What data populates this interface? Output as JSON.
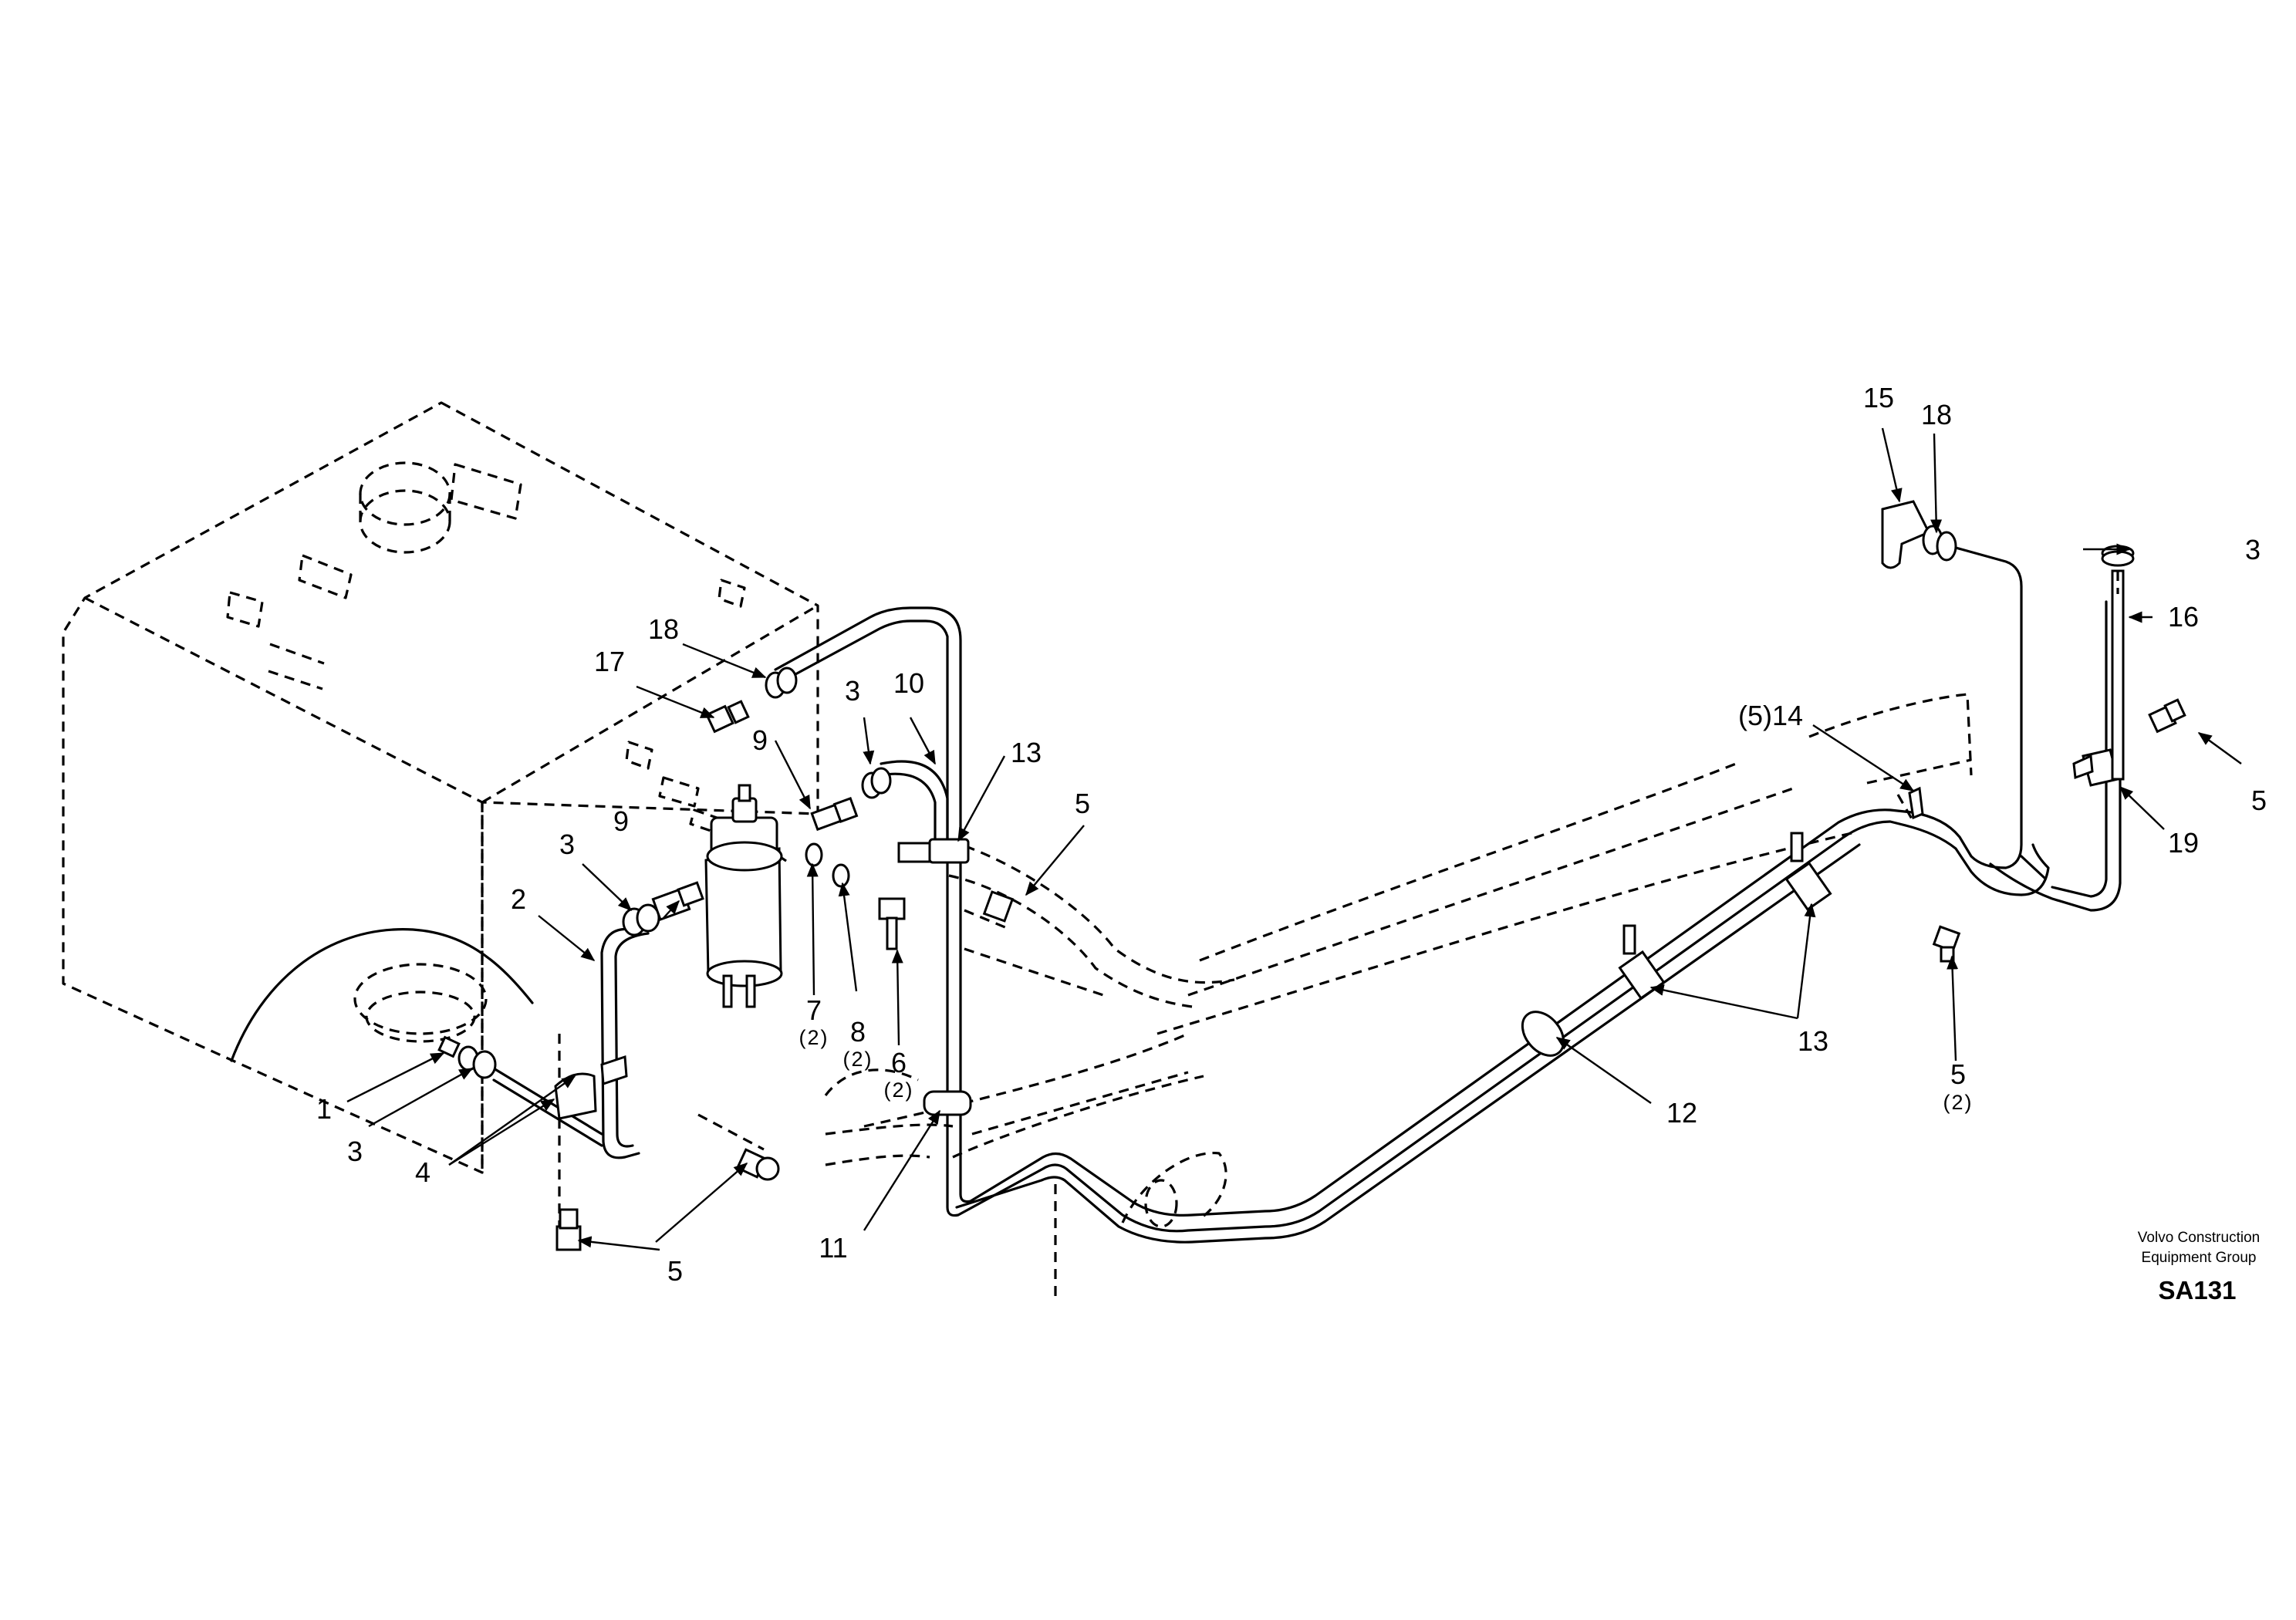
{
  "callouts": [
    {
      "id": "c1",
      "num": "1"
    },
    {
      "id": "c2",
      "num": "2"
    },
    {
      "id": "c3a",
      "num": "3"
    },
    {
      "id": "c3b",
      "num": "3"
    },
    {
      "id": "c3c",
      "num": "3"
    },
    {
      "id": "c3d",
      "num": "3"
    },
    {
      "id": "c4",
      "num": "4"
    },
    {
      "id": "c5a",
      "num": "5"
    },
    {
      "id": "c5b",
      "num": "5"
    },
    {
      "id": "c5c",
      "num": "5",
      "qty": "(2)"
    },
    {
      "id": "c5d",
      "num": "5"
    },
    {
      "id": "c6",
      "num": "6",
      "qty": "(2)"
    },
    {
      "id": "c7",
      "num": "7",
      "qty": "(2)"
    },
    {
      "id": "c8",
      "num": "8",
      "qty": "(2)"
    },
    {
      "id": "c9a",
      "num": "9"
    },
    {
      "id": "c9b",
      "num": "9"
    },
    {
      "id": "c10",
      "num": "10"
    },
    {
      "id": "c11",
      "num": "11"
    },
    {
      "id": "c12",
      "num": "12"
    },
    {
      "id": "c13a",
      "num": "13"
    },
    {
      "id": "c13b",
      "num": "13"
    },
    {
      "id": "c14",
      "num": "(5)14"
    },
    {
      "id": "c15",
      "num": "15"
    },
    {
      "id": "c16",
      "num": "16"
    },
    {
      "id": "c17",
      "num": "17"
    },
    {
      "id": "c18a",
      "num": "18"
    },
    {
      "id": "c18b",
      "num": "18"
    },
    {
      "id": "c19",
      "num": "19"
    }
  ],
  "branding": {
    "line1": "Volvo Construction",
    "line2": "Equipment Group",
    "code": "SA131"
  }
}
